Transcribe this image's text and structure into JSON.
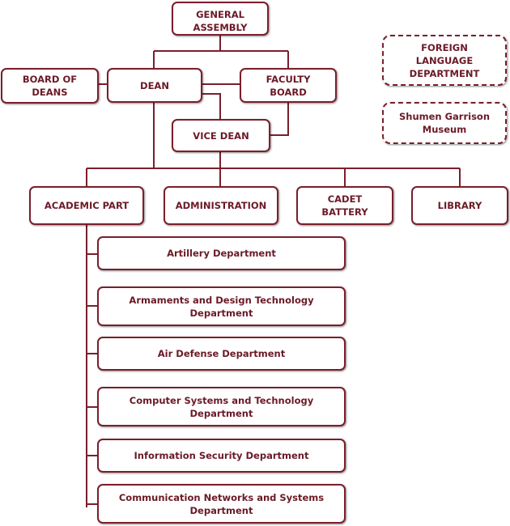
{
  "colors": {
    "accent": "#7a1f2b",
    "text": "#6b1a27",
    "background": "#ffffff"
  },
  "nodes": {
    "general_assembly": "GENERAL\nASSEMBLY",
    "foreign_language": "FOREIGN\nLANGUAGE\nDEPARTMENT",
    "board_of_deans": "BOARD OF\nDEANS",
    "dean": "DEAN",
    "faculty_board": "FACULTY\nBOARD",
    "museum": "Shumen Garrison\nMuseum",
    "vice_dean": "VICE DEAN",
    "academic_part": "ACADEMIC PART",
    "administration": "ADMINISTRATION",
    "cadet_battery": "CADET\nBATTERY",
    "library": "LIBRARY"
  },
  "departments": [
    "Artillery Department",
    "Armaments and Design Technology\nDepartment",
    "Air Defense Department",
    "Computer Systems and Technology\nDepartment",
    "Information Security Department",
    "Communication Networks and Systems\nDepartment"
  ]
}
